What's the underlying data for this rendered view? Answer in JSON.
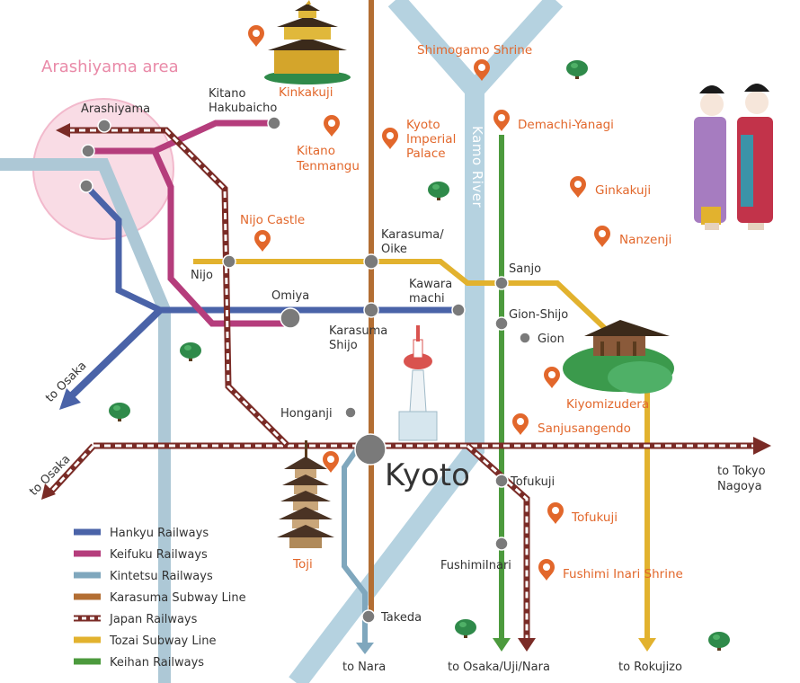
{
  "area_label": "Arashiyama area",
  "rivers": [
    "Kamo River",
    "Kamo River"
  ],
  "hub": {
    "label": "Kyoto"
  },
  "stations": {
    "arashiyama": "Arashiyama",
    "kitano": [
      "Kitano",
      "Hakubaicho"
    ],
    "nijo": "Nijo",
    "omiya": "Omiya",
    "karasuma_oike": [
      "Karasuma/",
      "Oike"
    ],
    "kawaramachi": [
      "Kawara",
      "machi"
    ],
    "karasuma_shijo": [
      "Karasuma",
      "Shijo"
    ],
    "sanjo": "Sanjo",
    "gion_shijo": "Gion-Shijo",
    "gion": "Gion",
    "honganji": "Honganji",
    "tofukuji": "Tofukuji",
    "fushimiinari": "FushimiInari",
    "takeda": "Takeda"
  },
  "pois": {
    "kinkakuji": "Kinkakuji",
    "shimogamo": "Shimogamo Shrine",
    "kitano_tenmangu": [
      "Kitano",
      "Tenmangu"
    ],
    "imperial_palace": [
      "Kyoto",
      "Imperial",
      "Palace"
    ],
    "demachi": "Demachi-Yanagi",
    "ginkakuji": "Ginkakuji",
    "nanzenji": "Nanzenji",
    "nijo_castle": "Nijo Castle",
    "kiyomizudera": "Kiyomizudera",
    "sanjusangendo": "Sanjusangendo",
    "tofukuji": "Tofukuji",
    "fushimi_inari": "Fushimi Inari Shrine",
    "toji": "Toji"
  },
  "directions": {
    "osaka_1": "to Osaka",
    "osaka_2": "to Osaka",
    "tokyo": [
      "to Tokyo",
      "Nagoya"
    ],
    "nara": "to Nara",
    "osaka_uji_nara": "to Osaka/Uji/Nara",
    "rokujizo": "to Rokujizo"
  },
  "legend": [
    {
      "label": "Hankyu Railways",
      "color": "#4a63a8",
      "style": "solid"
    },
    {
      "label": "Keifuku Railways",
      "color": "#b53d7c",
      "style": "solid"
    },
    {
      "label": "Kintetsu Railways",
      "color": "#7fa7bd",
      "style": "solid"
    },
    {
      "label": "Karasuma Subway Line",
      "color": "#b36e33",
      "style": "solid"
    },
    {
      "label": "Japan Railways",
      "color": "#7a2b26",
      "style": "dashed"
    },
    {
      "label": "Tozai Subway Line",
      "color": "#e2b22e",
      "style": "solid"
    },
    {
      "label": "Keihan Railways",
      "color": "#4c9a3d",
      "style": "solid"
    }
  ],
  "colors": {
    "river": "#b5d2e0",
    "hankyu": "#4a63a8",
    "keifuku": "#b53d7c",
    "kintetsu": "#7fa7bd",
    "karasuma": "#b36e33",
    "jr": "#7a2b26",
    "tozai": "#e2b22e",
    "keihan": "#4c9a3d",
    "poi": "#e2672b",
    "area": "#f9dce5"
  }
}
